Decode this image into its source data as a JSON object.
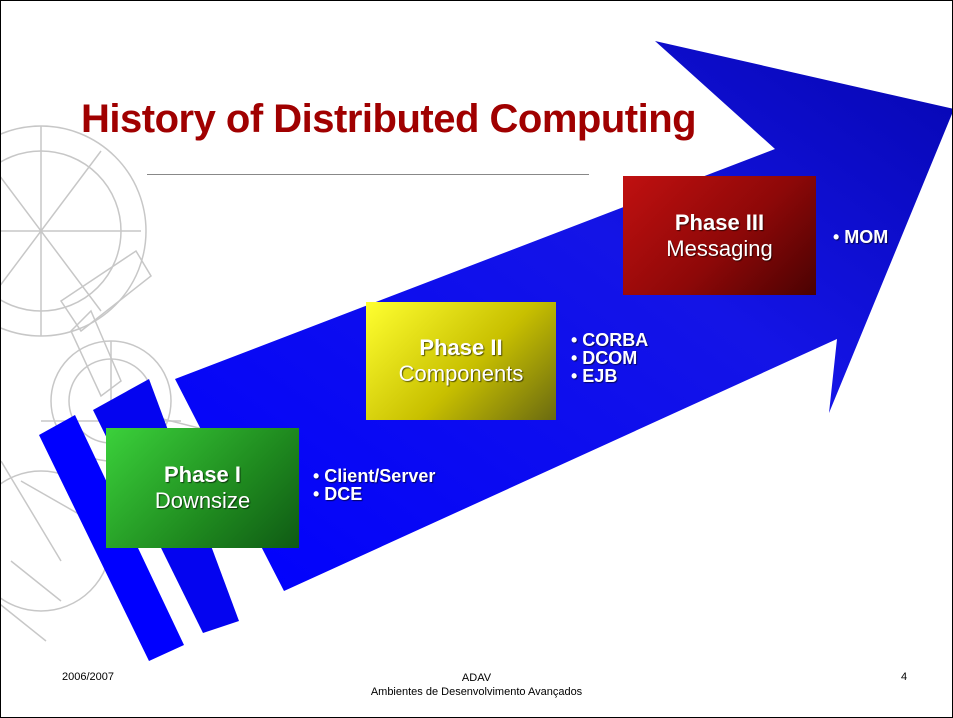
{
  "title": "History of Distributed Computing",
  "phases": [
    {
      "name": "Phase I",
      "subtitle": "Downsize",
      "items": [
        "• Client/Server",
        "• DCE"
      ]
    },
    {
      "name": "Phase II",
      "subtitle": "Components",
      "items": [
        "• CORBA",
        "• DCOM",
        "• EJB"
      ]
    },
    {
      "name": "Phase III",
      "subtitle": "Messaging",
      "items": [
        "• MOM"
      ]
    }
  ],
  "footer": {
    "left": "2006/2007",
    "center_line1": "ADAV",
    "center_line2": "Ambientes de Desenvolvimento Avançados",
    "page_number": "4"
  },
  "colors": {
    "title": "#a00000",
    "arrow": "#1010e0",
    "phase_1": "#2fb02f",
    "phase_2": "#e0e000",
    "phase_3": "#a00808"
  }
}
